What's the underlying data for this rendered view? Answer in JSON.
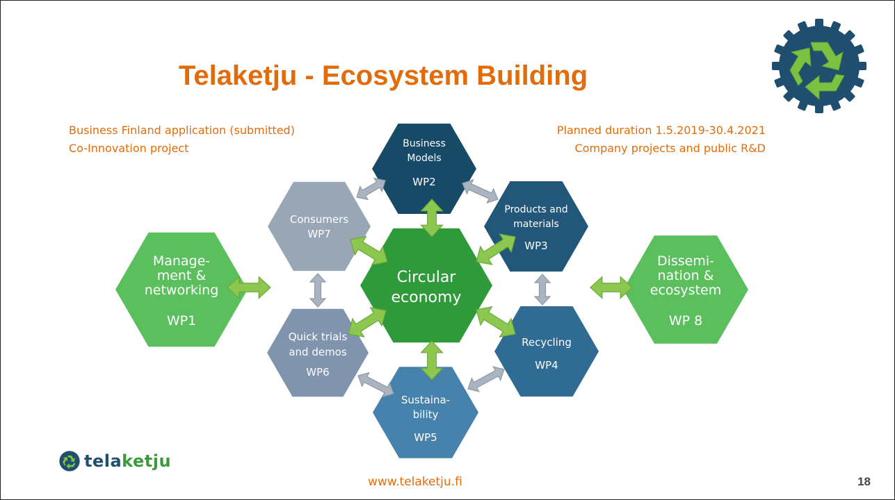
{
  "slide": {
    "title": "Telaketju - Ecosystem Building",
    "left_notes": [
      "Business Finland application (submitted)",
      "Co-Innovation project"
    ],
    "right_notes": [
      "Planned duration 1.5.2019-30.4.2021",
      "Company projects and public R&D"
    ],
    "url": "www.telaketju.fi",
    "page_number": "18"
  },
  "logo": {
    "brand_part1": "tela",
    "brand_part2": "ketju",
    "icon": "recycle-gear-icon"
  },
  "diagram": {
    "center": {
      "lines": [
        "Circular",
        "economy"
      ],
      "color": "#2e9a3a"
    },
    "work_packages": [
      {
        "id": "wp2",
        "lines": [
          "Business",
          "Models"
        ],
        "wp": "WP2",
        "color": "#174a66"
      },
      {
        "id": "wp3",
        "lines": [
          "Products and",
          "materials"
        ],
        "wp": "WP3",
        "color": "#23577a"
      },
      {
        "id": "wp4",
        "lines": [
          "Recycling"
        ],
        "wp": "WP4",
        "color": "#2f6b92"
      },
      {
        "id": "wp5",
        "lines": [
          "Sustaina-",
          "bility"
        ],
        "wp": "WP5",
        "color": "#4682ac"
      },
      {
        "id": "wp6",
        "lines": [
          "Quick trials",
          "and demos"
        ],
        "wp": "WP6",
        "color": "#8094ad"
      },
      {
        "id": "wp7",
        "lines": [
          "Consumers"
        ],
        "wp": "WP7",
        "color": "#98a6b6"
      },
      {
        "id": "wp1",
        "lines": [
          "Manage-",
          "ment &",
          "networking"
        ],
        "wp": "WP1",
        "color": "#5bbf5e"
      },
      {
        "id": "wp8",
        "lines": [
          "Dissemi-",
          "nation &",
          "ecosystem"
        ],
        "wp": "WP 8",
        "color": "#5bbf5e"
      }
    ],
    "colors": {
      "green_arrow": "#8cc850",
      "gray_arrow": "#a9b4c0",
      "accent": "#e36c0a"
    }
  }
}
